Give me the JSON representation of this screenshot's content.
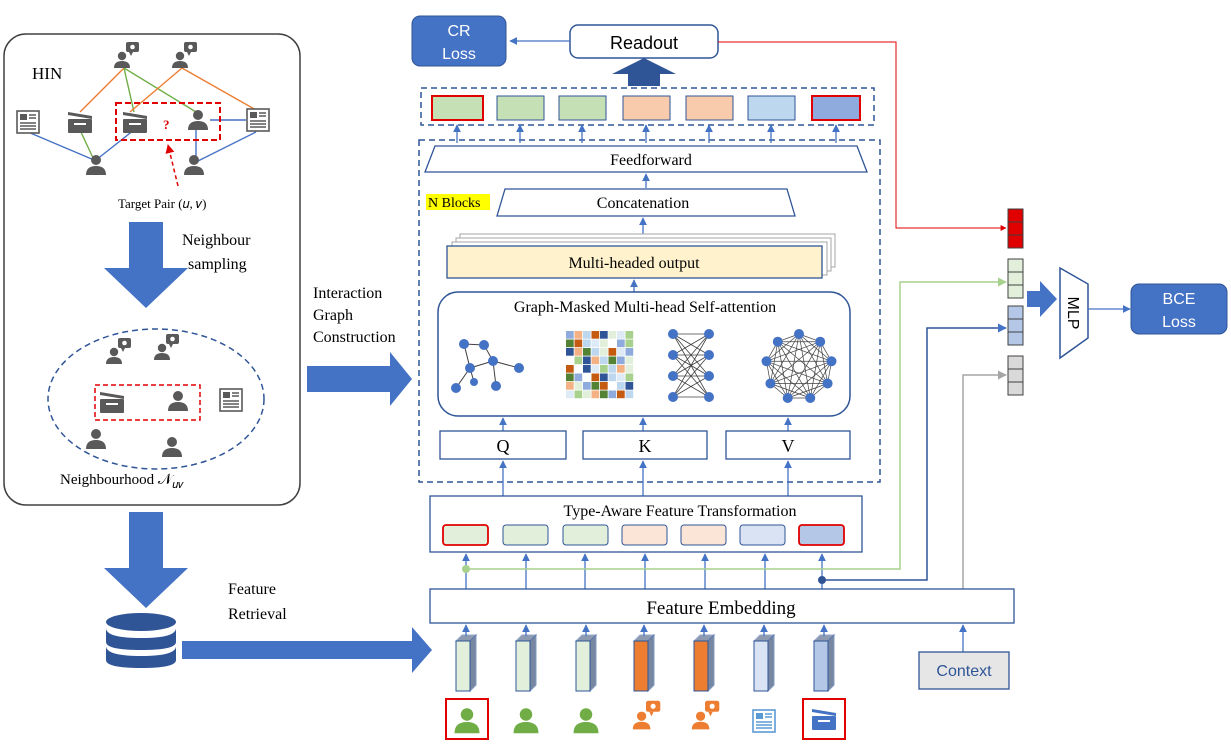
{
  "hin": {
    "title": "HIN",
    "target_pair": "Target Pair (𝑢, 𝑣)",
    "question_mark": "?",
    "neighbourhood": "Neighbourhood 𝒩",
    "neighbourhood_sub": "𝑢𝑣"
  },
  "steps": {
    "sampling_line1": "Neighbour",
    "sampling_line2": "sampling",
    "retrieval_line1": "Feature",
    "retrieval_line2": "Retrieval",
    "interaction_line1": "Interaction",
    "interaction_line2": "Graph",
    "interaction_line3": "Construction"
  },
  "model": {
    "cr_loss_line1": "CR",
    "cr_loss_line2": "Loss",
    "readout": "Readout",
    "feedforward": "Feedforward",
    "n_blocks": "N Blocks",
    "concatenation": "Concatenation",
    "multi_headed_output": "Multi-headed output",
    "attention": "Graph-Masked Multi-head Self-attention",
    "q": "Q",
    "k": "K",
    "v": "V",
    "type_aware": "Type-Aware Feature Transformation",
    "feature_embedding": "Feature Embedding",
    "context": "Context",
    "mlp": "MLP",
    "bce_loss_line1": "BCE",
    "bce_loss_line2": "Loss"
  },
  "colors": {
    "blue": "#4472c4",
    "dark_blue": "#2f5597",
    "green_fill": "#e2efda",
    "orange_fill": "#f8cbad",
    "light_blue_fill": "#dae3f3",
    "purple_blue_fill": "#b4c7e7",
    "red": "#e00000",
    "orange_icon": "#ed7d31",
    "green_icon": "#70ad47",
    "yellow_highlight": "#ffff00",
    "output_fill": "#fff2cc"
  }
}
